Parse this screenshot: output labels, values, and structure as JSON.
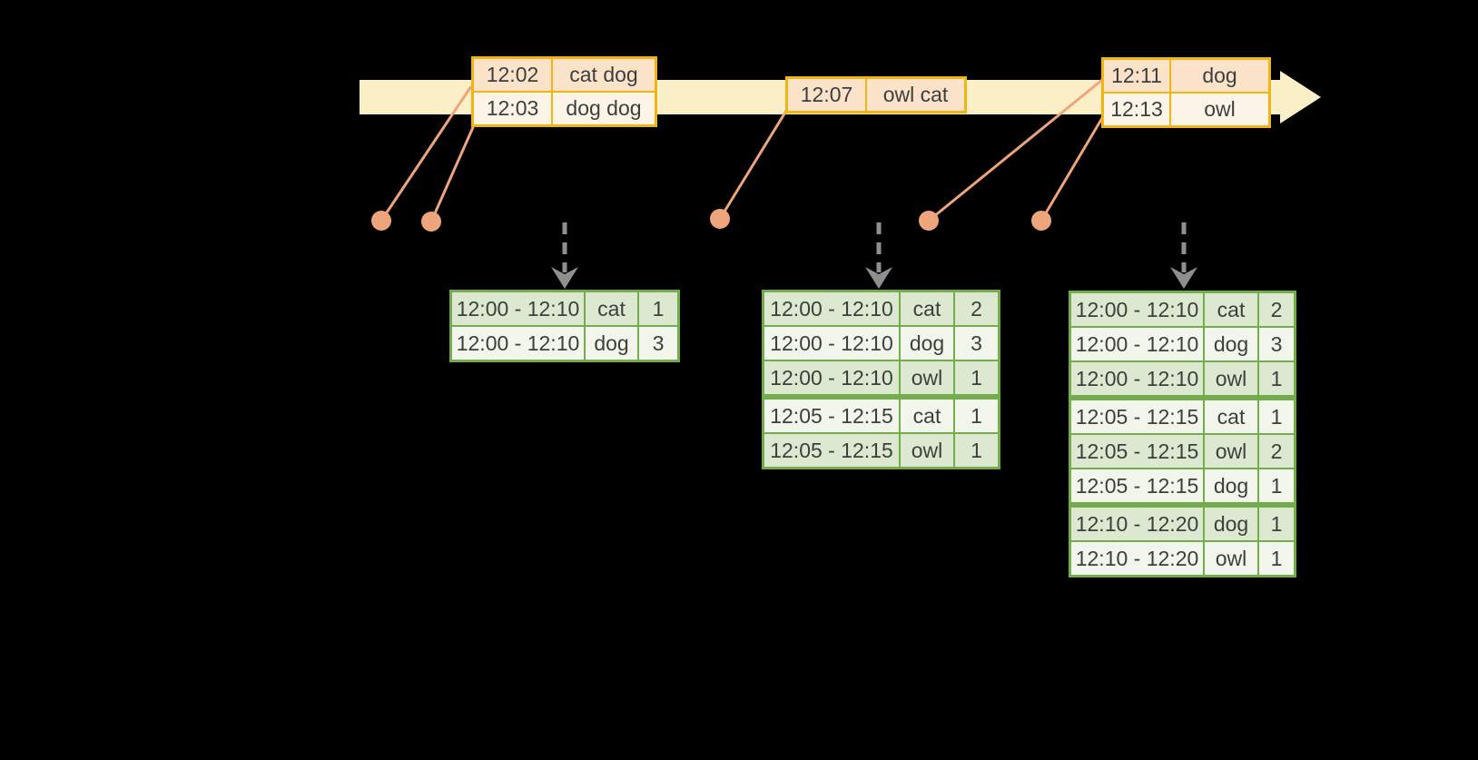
{
  "colors": {
    "background": "#000000",
    "timeline_band": "#FBEFC7",
    "event_table_border": "#F0B414",
    "event_row_dark": "#FAE3C8",
    "event_row_light": "#FDF4E8",
    "marker_salmon": "#EFA57C",
    "trigger_arrow_gray": "#8F8F8F",
    "result_table_border": "#72AC4B",
    "result_row_dark": "#DDE8D0",
    "result_row_light": "#F1F5EC",
    "text": "#3E3E3E"
  },
  "icons": {
    "axis_arrowhead": "right-arrowhead",
    "trigger_arrow": "dashed-down-arrow",
    "ingest_marker": "filled-dot-with-leader-line"
  },
  "event_tables": [
    {
      "rows": [
        {
          "time": "12:02",
          "words": "cat dog"
        },
        {
          "time": "12:03",
          "words": "dog dog"
        }
      ]
    },
    {
      "rows": [
        {
          "time": "12:07",
          "words": "owl cat"
        }
      ]
    },
    {
      "rows": [
        {
          "time": "12:11",
          "words": "dog"
        },
        {
          "time": "12:13",
          "words": "owl"
        }
      ]
    }
  ],
  "ingest_markers": [
    {
      "event_time": "12:02"
    },
    {
      "event_time": "12:03"
    },
    {
      "event_time": "12:07"
    },
    {
      "event_time": "12:11"
    },
    {
      "event_time": "12:13"
    }
  ],
  "result_tables": [
    {
      "rows": [
        {
          "window": "12:00 - 12:10",
          "word": "cat",
          "count": "1"
        },
        {
          "window": "12:00 - 12:10",
          "word": "dog",
          "count": "3"
        }
      ]
    },
    {
      "rows": [
        {
          "window": "12:00 - 12:10",
          "word": "cat",
          "count": "2"
        },
        {
          "window": "12:00 - 12:10",
          "word": "dog",
          "count": "3"
        },
        {
          "window": "12:00 - 12:10",
          "word": "owl",
          "count": "1"
        },
        {
          "window": "12:05 - 12:15",
          "word": "cat",
          "count": "1"
        },
        {
          "window": "12:05 - 12:15",
          "word": "owl",
          "count": "1"
        }
      ]
    },
    {
      "rows": [
        {
          "window": "12:00 - 12:10",
          "word": "cat",
          "count": "2"
        },
        {
          "window": "12:00 - 12:10",
          "word": "dog",
          "count": "3"
        },
        {
          "window": "12:00 - 12:10",
          "word": "owl",
          "count": "1"
        },
        {
          "window": "12:05 - 12:15",
          "word": "cat",
          "count": "1"
        },
        {
          "window": "12:05 - 12:15",
          "word": "owl",
          "count": "2"
        },
        {
          "window": "12:05 - 12:15",
          "word": "dog",
          "count": "1"
        },
        {
          "window": "12:10 - 12:20",
          "word": "dog",
          "count": "1"
        },
        {
          "window": "12:10 - 12:20",
          "word": "owl",
          "count": "1"
        }
      ]
    }
  ]
}
